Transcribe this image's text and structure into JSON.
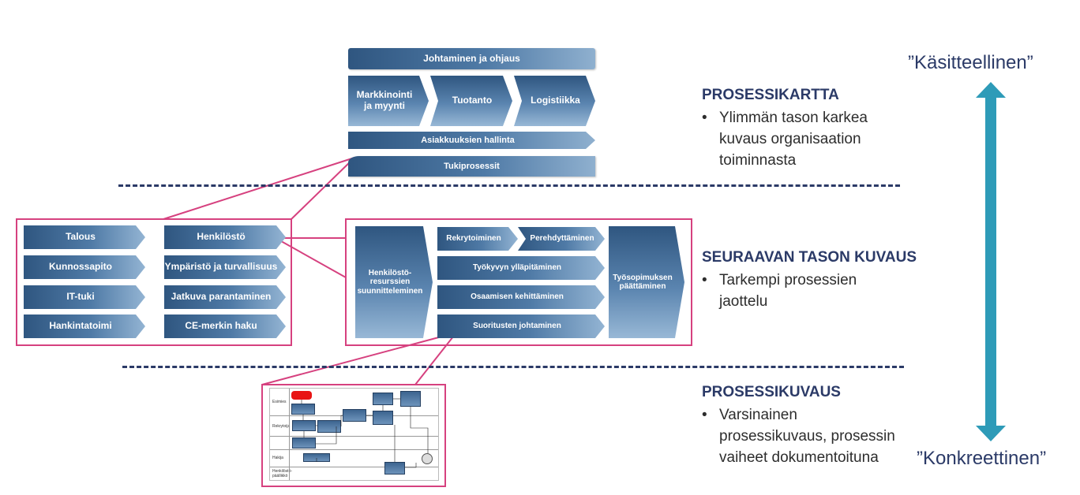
{
  "colors": {
    "box_dark": "#2f5680",
    "box_light": "#93b4d3",
    "pink_frame": "#d6417f",
    "dashed_line": "#2b3a67",
    "heading_text": "#2b3a67",
    "arrow_teal": "#2e9bb8"
  },
  "process_map": {
    "top": "Johtaminen ja ohjaus",
    "main": [
      "Markkinointi\nja myynti",
      "Tuotanto",
      "Logistiikka"
    ],
    "customer": "Asiakkuuksien hallinta",
    "support": "Tukiprosessit"
  },
  "support_processes": {
    "left_column": [
      "Talous",
      "Kunnossapito",
      "IT-tuki",
      "Hankintatoimi"
    ],
    "right_column": [
      "Henkilöstö",
      "Ympäristö ja turvallisuus",
      "Jatkuva parantaminen",
      "CE-merkin haku"
    ]
  },
  "hr_processes": {
    "first": "Henkilöstö-\nresurssien\nsuunnitteleminen",
    "row1": [
      "Rekrytoiminen",
      "Perehdyttäminen"
    ],
    "middle": [
      "Työkyvyn ylläpitäminen",
      "Osaamisen kehittäminen",
      "Suoritusten johtaminen"
    ],
    "last": "Työsopimuksen\npäättäminen"
  },
  "levels": [
    {
      "heading": "PROSESSIKARTTA",
      "bullet": "Ylimmän tason karkea\nkuvaus organisaation\ntoiminnasta"
    },
    {
      "heading": "SEURAAVAN TASON KUVAUS",
      "bullet": "Tarkempi prosessien\njaottelu"
    },
    {
      "heading": "PROSESSIKUVAUS",
      "bullet": "Varsinainen\nprosessikuvaus, prosessin\nvaiheet dokumentoituna"
    }
  ],
  "scale": {
    "top_label": "”Käsitteellinen”",
    "bottom_label": "”Konkreettinen”",
    "bullet_symbol": "•"
  },
  "flowchart_thumbnail": {
    "lanes": [
      "Esimies",
      "Rekrytoija",
      "Hakija",
      "Henkilöstö-\npäällikkö"
    ]
  }
}
